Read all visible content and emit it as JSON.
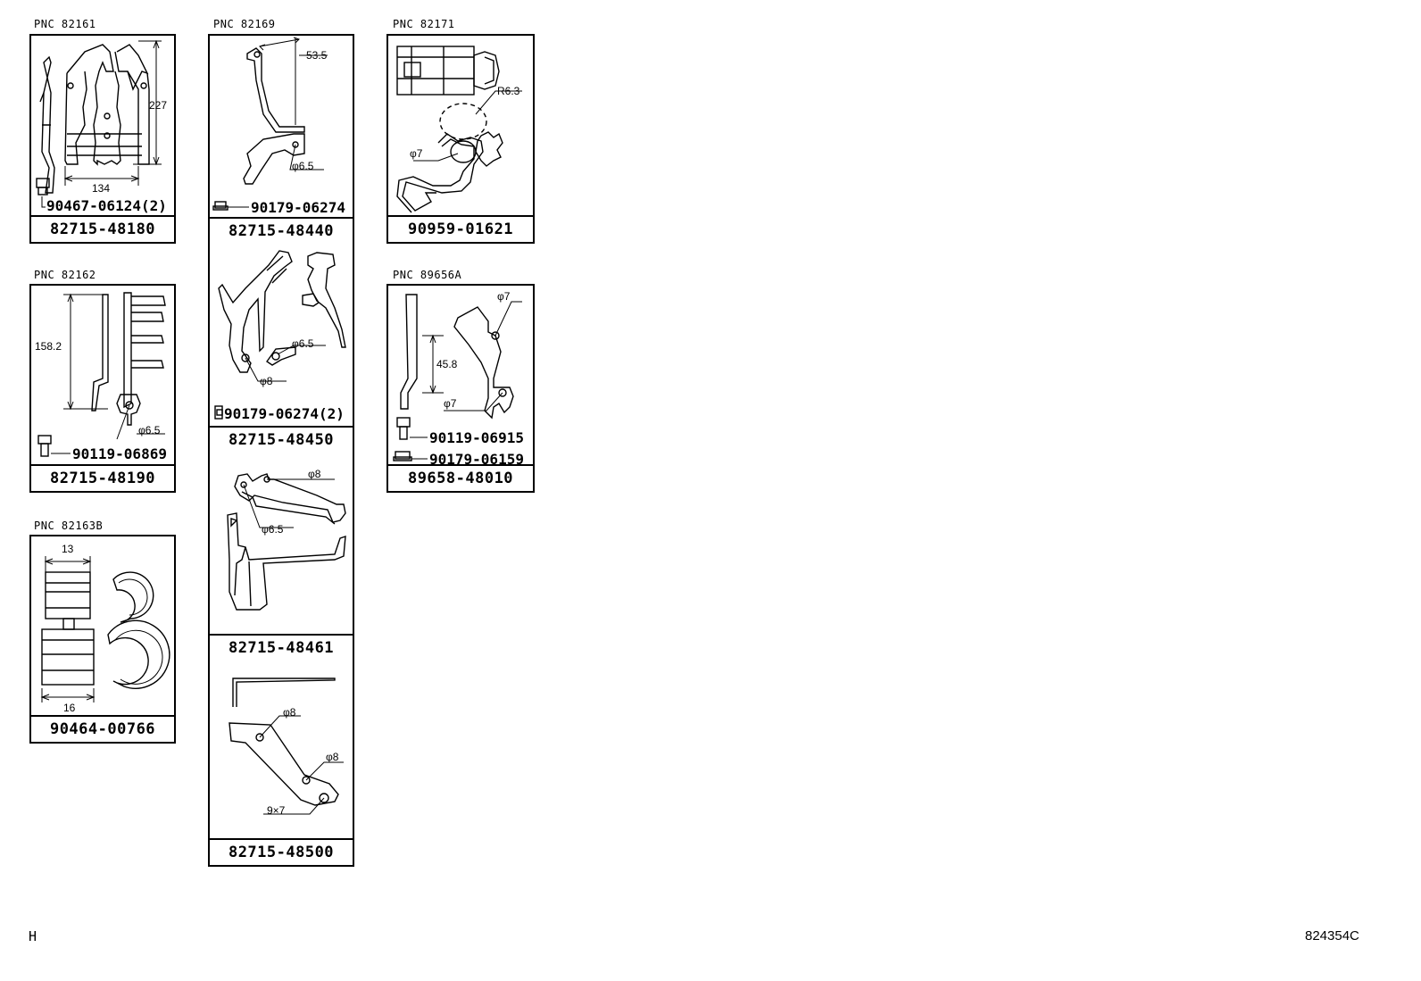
{
  "panels": [
    {
      "pnc": "PNC 82161",
      "part_no": "82715-48180",
      "dims": [
        "227",
        "134"
      ],
      "bolt": "90467-06124(2)"
    },
    {
      "pnc": "PNC 82162",
      "part_no": "82715-48190",
      "dims": [
        "158.2",
        "φ6.5"
      ],
      "bolt": "90119-06869"
    },
    {
      "pnc": "PNC 82163B",
      "part_no": "90464-00766",
      "dims": [
        "13",
        "16"
      ]
    },
    {
      "pnc": "PNC 82169",
      "part_no": "82715-48440",
      "dims": [
        "53.5",
        "φ6.5"
      ],
      "bolt": "90179-06274"
    },
    {
      "part_no": "82715-48450",
      "dims": [
        "φ6.5",
        "φ8"
      ],
      "bolt": "90179-06274(2)"
    },
    {
      "part_no": "82715-48461",
      "dims": [
        "φ8",
        "φ6.5"
      ]
    },
    {
      "part_no": "82715-48500",
      "dims": [
        "φ8",
        "φ8",
        "9×7"
      ]
    },
    {
      "pnc": "PNC 82171",
      "part_no": "90959-01621",
      "dims": [
        "R6.3",
        "φ7"
      ]
    },
    {
      "pnc": "PNC 89656A",
      "part_no": "89658-48010",
      "dims": [
        "φ7",
        "45.8",
        "φ7"
      ],
      "bolts": [
        "90119-06915",
        "90179-06159"
      ]
    }
  ],
  "corner_left": "H",
  "corner_right": "824354C"
}
